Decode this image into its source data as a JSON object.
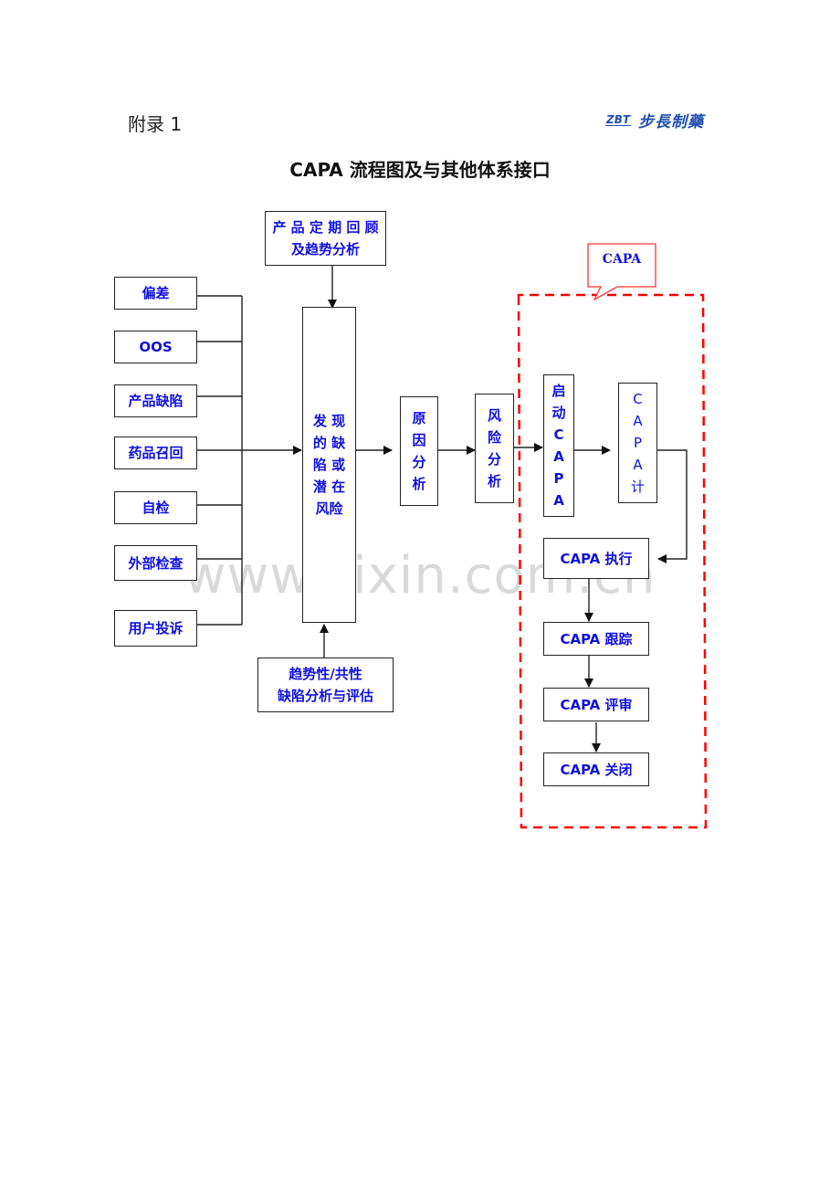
{
  "header": {
    "appendix_label": "附录 1",
    "logo_mark": "ZBT",
    "logo_text": "步長制藥"
  },
  "title": "CAPA 流程图及与其他体系接口",
  "watermark": "www.zixin.com.cn",
  "sources": [
    {
      "id": "deviation",
      "label": "偏差"
    },
    {
      "id": "oos",
      "label": "OOS"
    },
    {
      "id": "product-defect",
      "label": "产品缺陷"
    },
    {
      "id": "recall",
      "label": "药品召回"
    },
    {
      "id": "self-inspection",
      "label": "自检"
    },
    {
      "id": "external-inspection",
      "label": "外部检查"
    },
    {
      "id": "complaint",
      "label": "用户投诉"
    }
  ],
  "top_input": "产 品 定 期 回 顾\n及趋势分析",
  "bottom_input": "趋势性/共性\n缺陷分析与评估",
  "discovered": "发 现\n的 缺\n陷 或\n潜 在\n风险",
  "root_cause": "原\n因\n分\n析",
  "risk_analysis": "风\n险\n分\n析",
  "capa_region": {
    "callout_label": "CAPA",
    "border_color": "#ff0000",
    "start_capa": "启\n动\nC\nA\nP\nA",
    "capa_plan": "C\nA\nP\nA\n计",
    "steps": [
      {
        "id": "execute",
        "label": "CAPA 执行"
      },
      {
        "id": "track",
        "label": "CAPA 跟踪"
      },
      {
        "id": "review",
        "label": "CAPA 评审"
      },
      {
        "id": "close",
        "label": "CAPA 关闭"
      }
    ]
  },
  "colors": {
    "text_blue": "#1010e0",
    "line": "#222222",
    "dash_red": "#ff0000"
  }
}
